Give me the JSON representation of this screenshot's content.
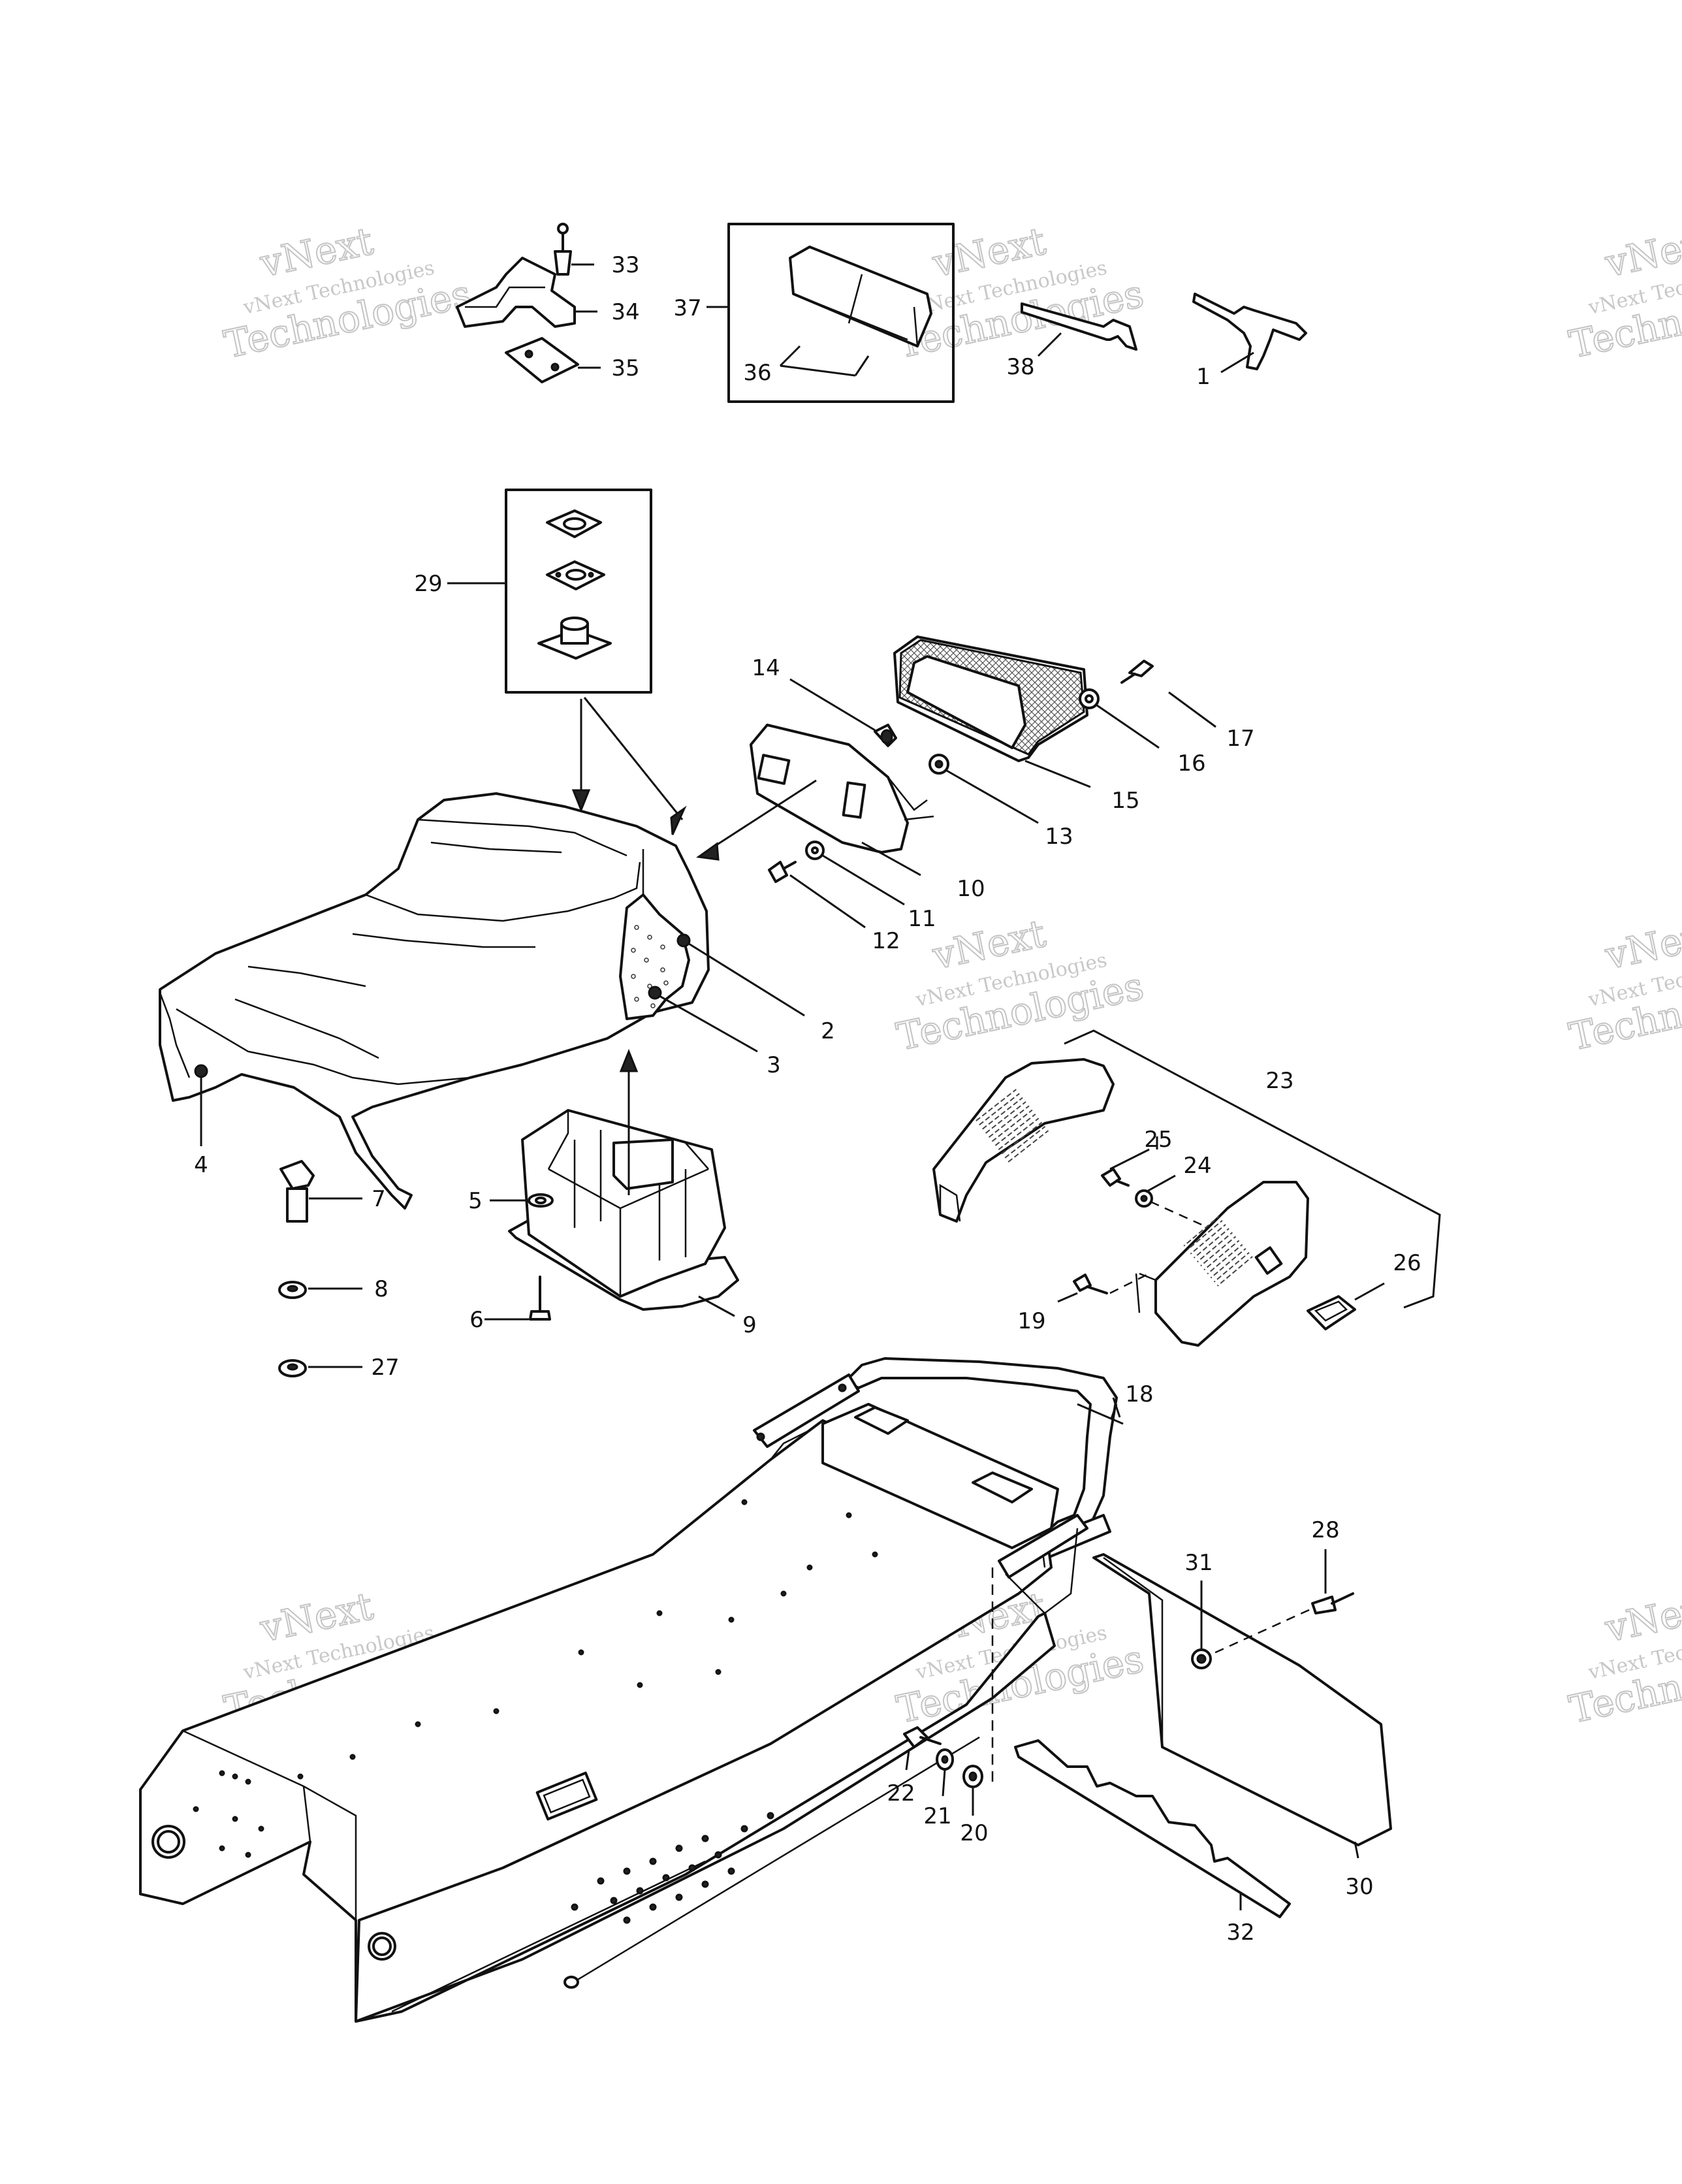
{
  "watermark": {
    "line1": "vNext",
    "line2": "vNext Technologies",
    "line3": "Technologies",
    "line2_clipped": "vNext Tec",
    "line3_clipped": "Technolo"
  },
  "callouts": [
    "1",
    "2",
    "3",
    "4",
    "5",
    "6",
    "7",
    "8",
    "9",
    "10",
    "11",
    "12",
    "13",
    "14",
    "15",
    "16",
    "17",
    "18",
    "19",
    "20",
    "21",
    "22",
    "23",
    "24",
    "25",
    "26",
    "27",
    "28",
    "29",
    "30",
    "31",
    "32",
    "33",
    "34",
    "35",
    "36",
    "37",
    "38"
  ]
}
